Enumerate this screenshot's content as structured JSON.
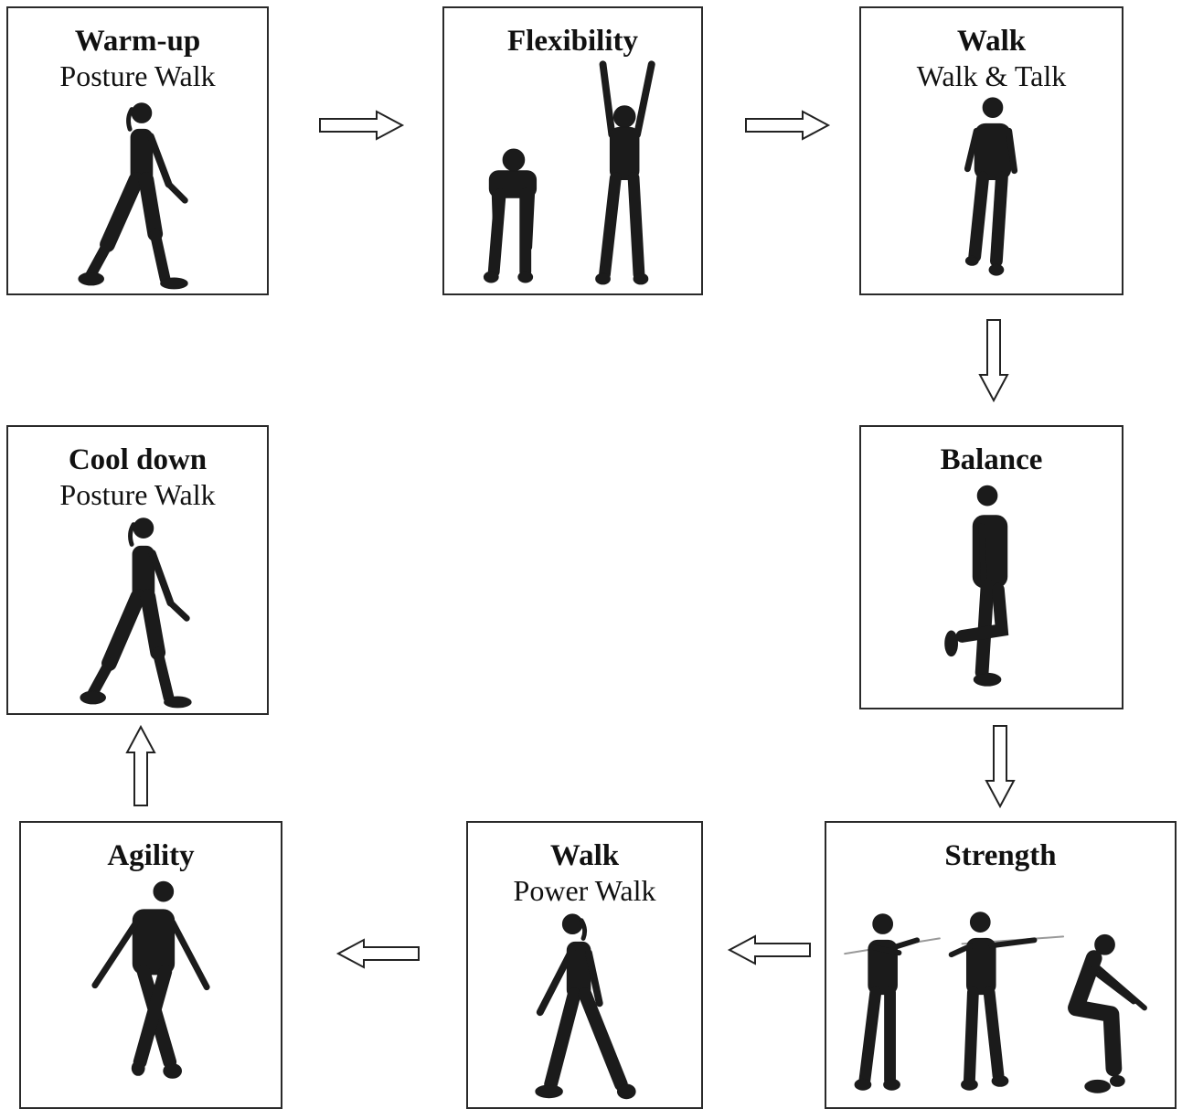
{
  "steps": {
    "warmup": {
      "title": "Warm-up",
      "subtitle": "Posture Walk"
    },
    "flex": {
      "title": "Flexibility"
    },
    "walk1": {
      "title": "Walk",
      "subtitle": "Walk & Talk"
    },
    "balance": {
      "title": "Balance"
    },
    "strength": {
      "title": "Strength"
    },
    "walk2": {
      "title": "Walk",
      "subtitle": "Power Walk"
    },
    "agility": {
      "title": "Agility"
    },
    "cooldown": {
      "title": "Cool down",
      "subtitle": "Posture Walk"
    }
  },
  "colors": {
    "figure": "#1b1b1b",
    "border": "#2a2a2a",
    "arrow_fill": "#ffffff",
    "arrow_stroke": "#222222"
  }
}
